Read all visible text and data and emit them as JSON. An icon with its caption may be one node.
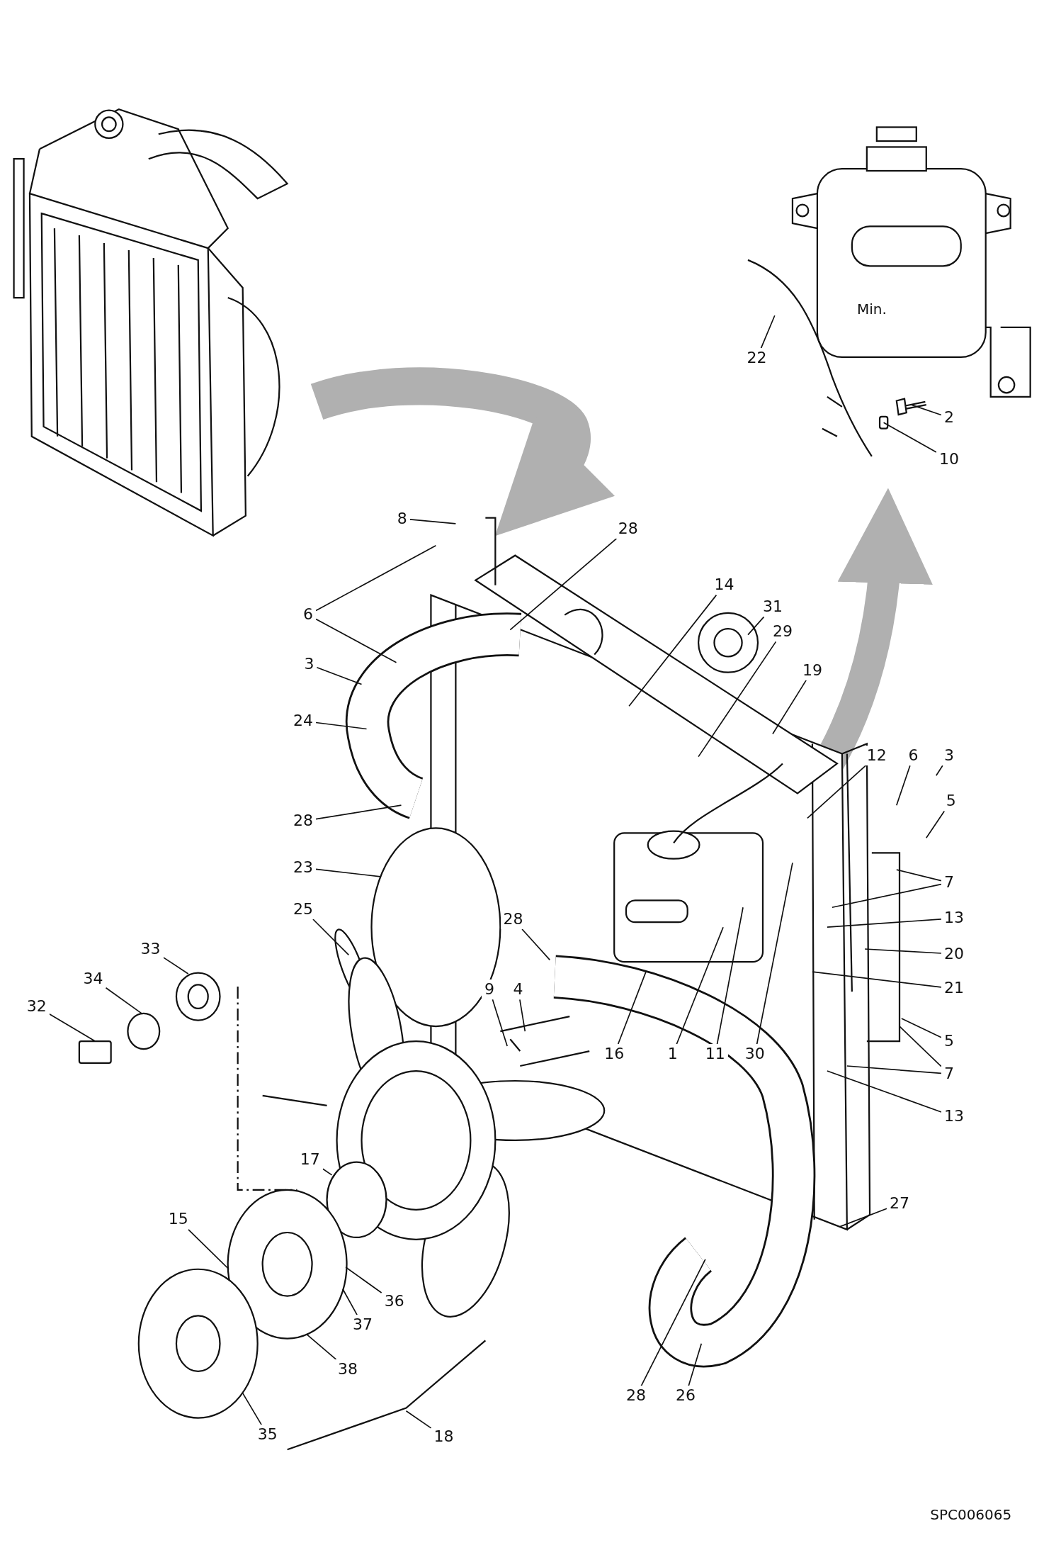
{
  "diagram": {
    "nodes": [
      {
        "text": [
          "22"
        ]
      },
      {
        "text": [
          "2"
        ]
      },
      {
        "text": [
          "10"
        ]
      },
      {
        "text": [
          "8"
        ]
      },
      {
        "text": [
          "28"
        ]
      },
      {
        "text": [
          "14"
        ]
      },
      {
        "text": [
          "31"
        ]
      },
      {
        "text": [
          "6"
        ]
      },
      {
        "text": [
          "29"
        ]
      },
      {
        "text": [
          "3"
        ]
      },
      {
        "text": [
          "19"
        ]
      },
      {
        "text": [
          "24"
        ]
      },
      {
        "text": [
          "12"
        ]
      },
      {
        "text": [
          "6"
        ]
      },
      {
        "text": [
          "3"
        ]
      },
      {
        "text": [
          "5"
        ]
      },
      {
        "text": [
          "28"
        ]
      },
      {
        "text": [
          "23"
        ]
      },
      {
        "text": [
          "7"
        ]
      },
      {
        "text": [
          "25"
        ]
      },
      {
        "text": [
          "13"
        ]
      },
      {
        "text": [
          "28"
        ]
      },
      {
        "text": [
          "33"
        ]
      },
      {
        "text": [
          "20"
        ]
      },
      {
        "text": [
          "34"
        ]
      },
      {
        "text": [
          "21"
        ]
      },
      {
        "text": [
          "9"
        ]
      },
      {
        "text": [
          "4"
        ]
      },
      {
        "text": [
          "32"
        ]
      },
      {
        "text": [
          "5"
        ]
      },
      {
        "text": [
          "16"
        ]
      },
      {
        "text": [
          "1"
        ]
      },
      {
        "text": [
          "11"
        ]
      },
      {
        "text": [
          "30"
        ]
      },
      {
        "text": [
          "7"
        ]
      },
      {
        "text": [
          "13"
        ]
      },
      {
        "text": [
          "17"
        ]
      },
      {
        "text": [
          "27"
        ]
      },
      {
        "text": [
          "15"
        ]
      },
      {
        "text": [
          "36"
        ]
      },
      {
        "text": [
          "37"
        ]
      },
      {
        "text": [
          "38"
        ]
      },
      {
        "text": [
          "28"
        ]
      },
      {
        "text": [
          "26"
        ]
      },
      {
        "text": [
          "35"
        ]
      },
      {
        "text": [
          "18"
        ]
      },
      {
        "text": [],
        "shape": "picture"
      },
      {
        "text": [],
        "shape": "circle"
      },
      {
        "text": [],
        "shape": "picture"
      },
      {
        "text": [],
        "shape": "circle"
      },
      {
        "text": [],
        "shape": "box"
      },
      {
        "text": [],
        "shape": "picture"
      },
      {
        "text": [],
        "shape": "box"
      }
    ],
    "edges": [
      {
        "from": 0,
        "to": 46,
        "arrow": "none"
      },
      {
        "from": 1,
        "to": 51,
        "arrow": "none"
      },
      {
        "from": 2,
        "to": 52,
        "arrow": "none"
      },
      {
        "from": 3,
        "to": null,
        "arrow": "none"
      },
      {
        "from": 4,
        "to": null,
        "arrow": "none"
      },
      {
        "from": 5,
        "to": null,
        "arrow": "none"
      },
      {
        "from": 6,
        "to": null,
        "arrow": "none"
      },
      {
        "from": 7,
        "to": null,
        "arrow": "none"
      },
      {
        "from": 7,
        "to": null,
        "arrow": "none"
      },
      {
        "from": 8,
        "to": null,
        "arrow": "none"
      },
      {
        "from": 9,
        "to": null,
        "arrow": "none"
      },
      {
        "from": 10,
        "to": null,
        "arrow": "none"
      },
      {
        "from": 11,
        "to": null,
        "arrow": "none"
      },
      {
        "from": 12,
        "to": null,
        "arrow": "none"
      },
      {
        "from": 13,
        "to": null,
        "arrow": "none"
      },
      {
        "from": 14,
        "to": null,
        "arrow": "none"
      },
      {
        "from": 15,
        "to": null,
        "arrow": "none"
      },
      {
        "from": 16,
        "to": null,
        "arrow": "none"
      },
      {
        "from": 17,
        "to": 47,
        "arrow": "none"
      },
      {
        "from": 18,
        "to": null,
        "arrow": "none"
      },
      {
        "from": 18,
        "to": null,
        "arrow": "none"
      },
      {
        "from": 19,
        "to": null,
        "arrow": "none"
      },
      {
        "from": 20,
        "to": null,
        "arrow": "none"
      },
      {
        "from": 21,
        "to": null,
        "arrow": "none"
      },
      {
        "from": 22,
        "to": 48,
        "arrow": "none"
      },
      {
        "from": 23,
        "to": null,
        "arrow": "none"
      },
      {
        "from": 24,
        "to": 49,
        "arrow": "none"
      },
      {
        "from": 25,
        "to": null,
        "arrow": "none"
      },
      {
        "from": 26,
        "to": null,
        "arrow": "none"
      },
      {
        "from": 27,
        "to": null,
        "arrow": "none"
      },
      {
        "from": 28,
        "to": 50,
        "arrow": "none"
      },
      {
        "from": 29,
        "to": null,
        "arrow": "none"
      },
      {
        "from": 30,
        "to": null,
        "arrow": "none"
      },
      {
        "from": 31,
        "to": null,
        "arrow": "none"
      },
      {
        "from": 32,
        "to": null,
        "arrow": "none"
      },
      {
        "from": 33,
        "to": null,
        "arrow": "none"
      },
      {
        "from": 34,
        "to": null,
        "arrow": "none"
      },
      {
        "from": 34,
        "to": null,
        "arrow": "none"
      },
      {
        "from": 35,
        "to": null,
        "arrow": "none"
      },
      {
        "from": 36,
        "to": null,
        "arrow": "none"
      },
      {
        "from": 37,
        "to": null,
        "arrow": "none"
      },
      {
        "from": 38,
        "to": null,
        "arrow": "none"
      },
      {
        "from": 39,
        "to": null,
        "arrow": "none"
      },
      {
        "from": 40,
        "to": null,
        "arrow": "none"
      },
      {
        "from": 41,
        "to": null,
        "arrow": "none"
      },
      {
        "from": 42,
        "to": null,
        "arrow": "none"
      },
      {
        "from": 43,
        "to": null,
        "arrow": "none"
      },
      {
        "from": 44,
        "to": null,
        "arrow": "none"
      },
      {
        "from": 45,
        "to": null,
        "arrow": "none"
      }
    ],
    "labels": [
      "Min.",
      "SPC006065"
    ]
  }
}
